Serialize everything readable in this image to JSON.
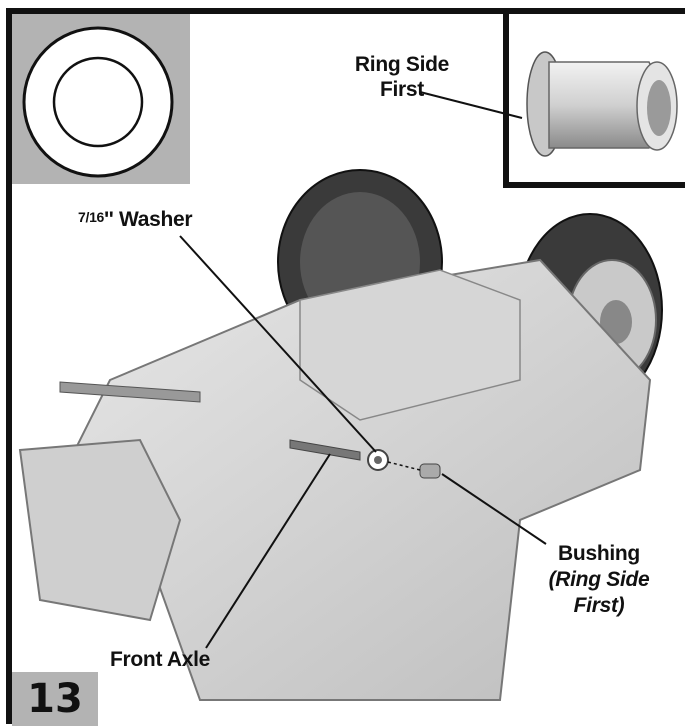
{
  "labels": {
    "ring_side_first": "Ring Side First",
    "washer_fraction": "7/16",
    "washer_text": "'' Washer",
    "bushing": "Bushing",
    "bushing_note": "(Ring Side First)",
    "front_axle": "Front Axle"
  },
  "step": {
    "number": "13"
  },
  "colors": {
    "panel_gray": "#b3b3b3",
    "line": "#111111"
  },
  "icons": [
    "washer-icon",
    "bushing-icon",
    "vehicle-underside-illustration"
  ]
}
